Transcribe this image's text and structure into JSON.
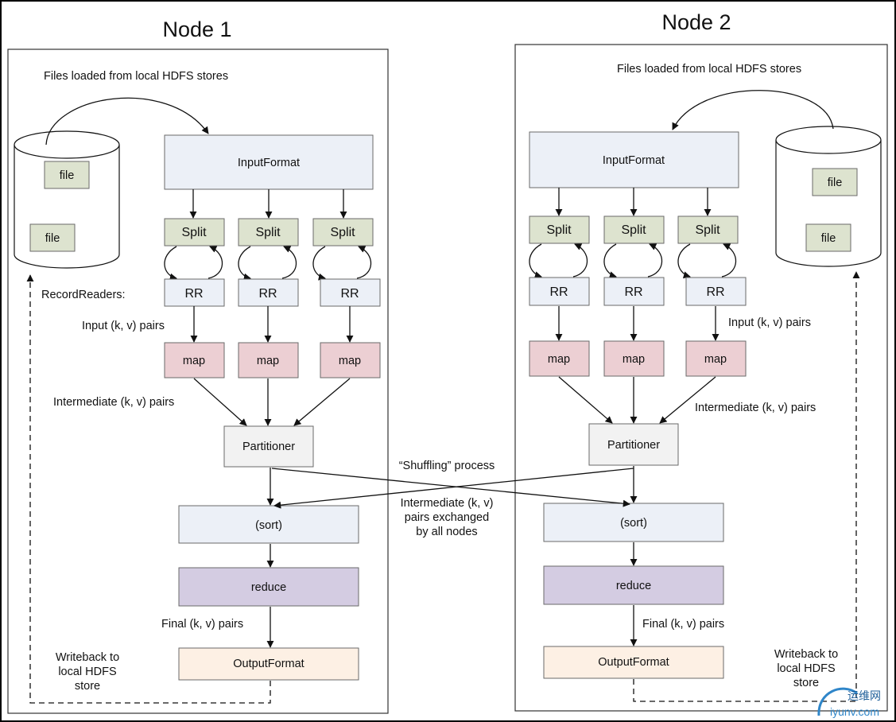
{
  "colors": {
    "input_format": "#ecf0f7",
    "split": "#dde3cf",
    "record_reader": "#ecf0f7",
    "map": "#eccfd3",
    "partitioner": "#f2f2f2",
    "sort": "#ecf0f7",
    "reduce": "#d4cce2",
    "output_format": "#fdf0e4",
    "file": "#dde3cf",
    "border": "#6a6a6a"
  },
  "node1": {
    "title": "Node 1",
    "files_label": "Files loaded from local HDFS stores",
    "files": [
      "file",
      "file"
    ],
    "input_format": "InputFormat",
    "splits": [
      "Split",
      "Split",
      "Split"
    ],
    "record_readers_label": "RecordReaders:",
    "record_readers": [
      "RR",
      "RR",
      "RR"
    ],
    "input_pairs_label": "Input (k, v) pairs",
    "maps": [
      "map",
      "map",
      "map"
    ],
    "intermediate_label": "Intermediate (k, v) pairs",
    "partitioner": "Partitioner",
    "sort": "(sort)",
    "reduce": "reduce",
    "final_label": "Final (k, v) pairs",
    "output_format": "OutputFormat",
    "writeback_lines": [
      "Writeback to",
      "local HDFS",
      "store"
    ]
  },
  "node2": {
    "title": "Node 2",
    "files_label": "Files loaded from local HDFS stores",
    "files": [
      "file",
      "file"
    ],
    "input_format": "InputFormat",
    "splits": [
      "Split",
      "Split",
      "Split"
    ],
    "record_readers": [
      "RR",
      "RR",
      "RR"
    ],
    "input_pairs_label": "Input (k, v) pairs",
    "maps": [
      "map",
      "map",
      "map"
    ],
    "intermediate_label": "Intermediate (k, v) pairs",
    "partitioner": "Partitioner",
    "sort": "(sort)",
    "reduce": "reduce",
    "final_label": "Final (k, v) pairs",
    "output_format": "OutputFormat",
    "writeback_lines": [
      "Writeback to",
      "local HDFS",
      "store"
    ]
  },
  "shuffle": {
    "title": "“Shuffling” process",
    "lines": [
      "Intermediate (k, v)",
      "pairs exchanged",
      "by all nodes"
    ]
  },
  "watermark": {
    "text_top": "运维网",
    "text_bottom": "iyunv.com"
  }
}
